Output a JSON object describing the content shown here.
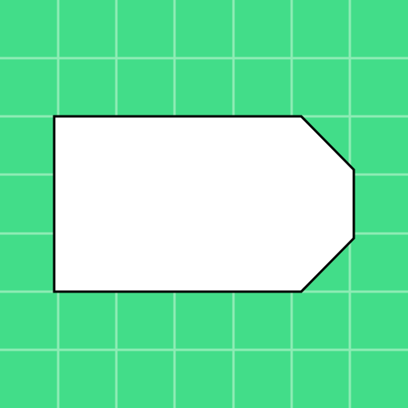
{
  "canvas": {
    "background_color": "#42dd89",
    "grid_color": "#8eecb5",
    "grid_columns": 7,
    "grid_rows": 7
  },
  "shape": {
    "kind": "pentagon-tag-outline",
    "fill_color": "#ffffff",
    "stroke_color": "#000000"
  }
}
